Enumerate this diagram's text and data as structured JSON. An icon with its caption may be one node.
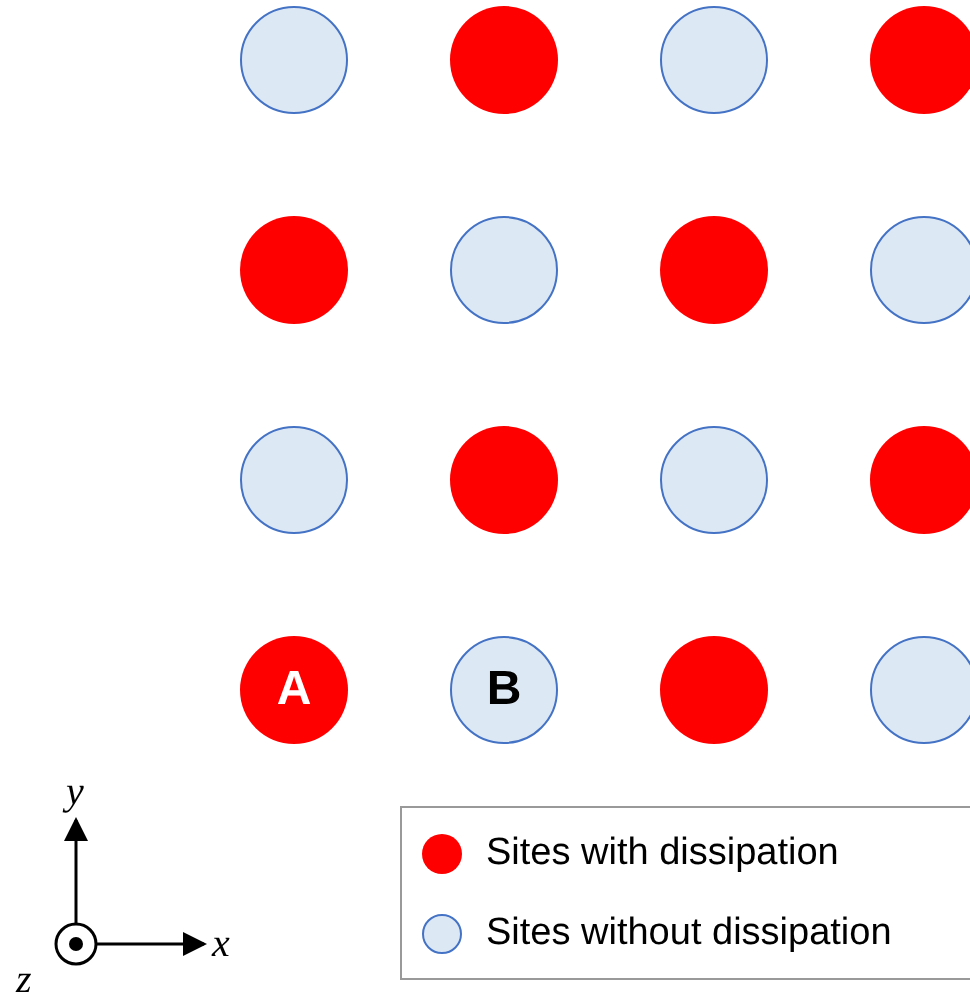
{
  "diagram": {
    "nodes": [
      {
        "text": [],
        "shape": "circle"
      },
      {
        "text": [],
        "shape": "circle"
      },
      {
        "text": [],
        "shape": "circle"
      },
      {
        "text": [],
        "shape": "circle"
      },
      {
        "text": [],
        "shape": "circle"
      },
      {
        "text": [],
        "shape": "circle"
      },
      {
        "text": [],
        "shape": "circle"
      },
      {
        "text": [],
        "shape": "circle"
      },
      {
        "text": [],
        "shape": "circle"
      },
      {
        "text": [],
        "shape": "circle"
      },
      {
        "text": [],
        "shape": "circle"
      },
      {
        "text": [],
        "shape": "circle"
      },
      {
        "text": [
          "A"
        ]
      },
      {
        "text": [
          "B"
        ]
      },
      {
        "text": [],
        "shape": "circle"
      },
      {
        "text": [],
        "shape": "circle"
      }
    ],
    "labels": [
      "y",
      "z",
      "x"
    ],
    "legend": [
      {
        "text": "Sites with dissipation",
        "color": "#ff0000"
      },
      {
        "text": "Sites without dissipation",
        "color": "#dde8f5"
      }
    ]
  }
}
